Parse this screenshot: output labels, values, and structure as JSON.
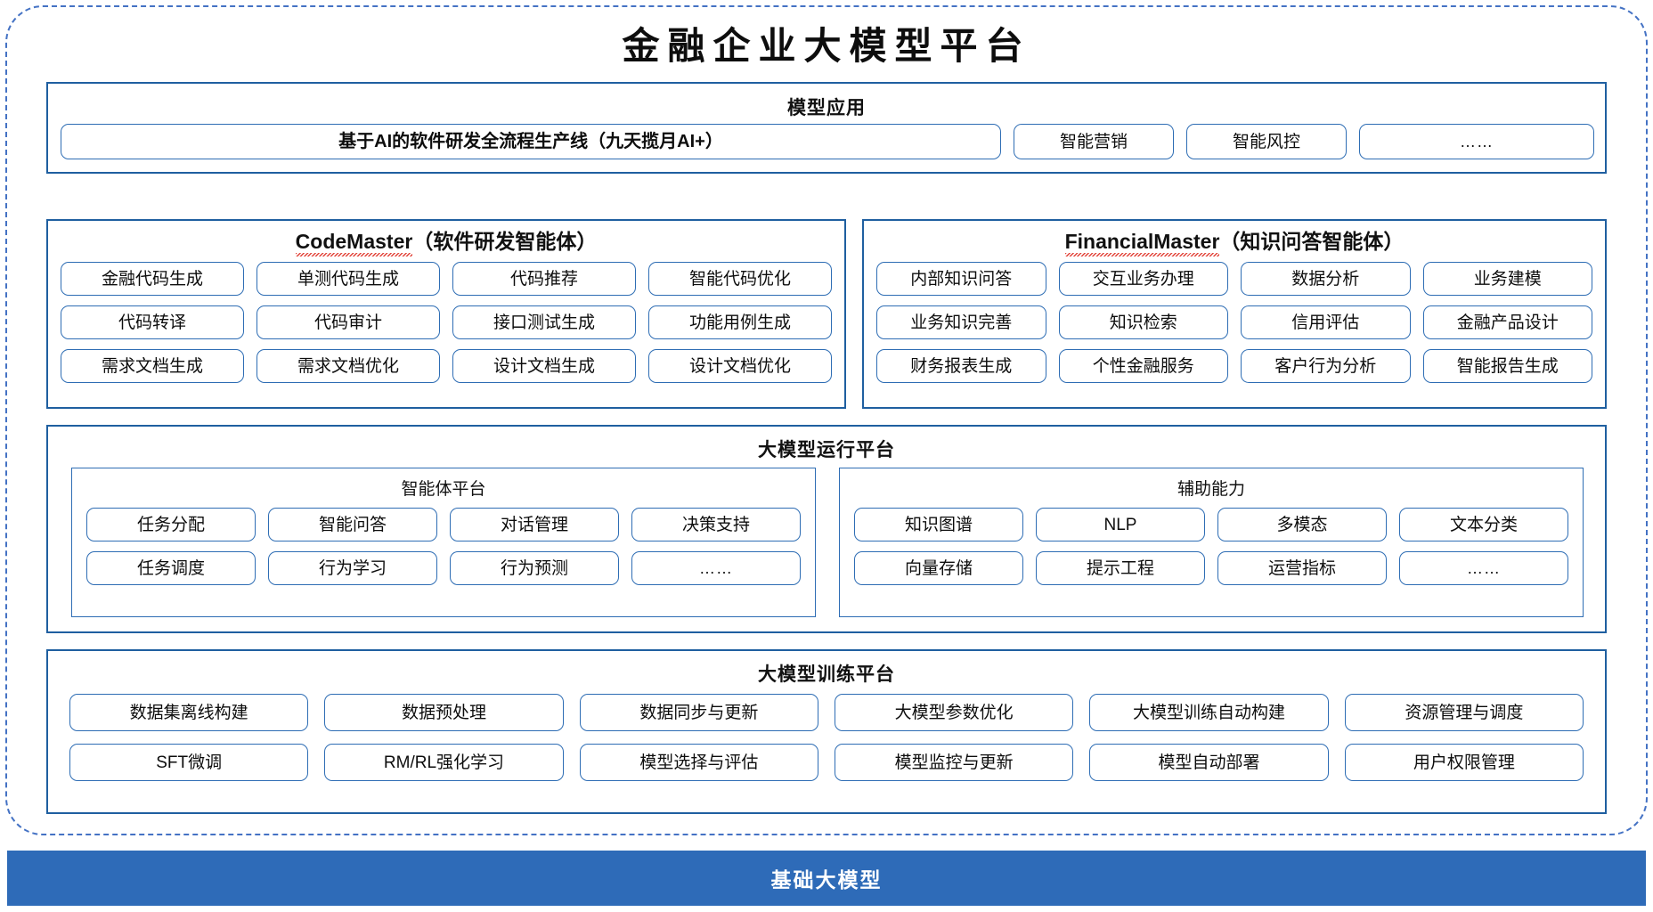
{
  "title": "金融企业大模型平台",
  "colors": {
    "outer_frame": "#4472C4",
    "panel_border": "#1F5FA0",
    "chip_border": "#2E6DB4",
    "base_bar": "#2E6BB8",
    "spellcheck_underline": "#E03A2F"
  },
  "sections": {
    "applications": {
      "title": "模型应用",
      "items": [
        "基于AI的软件研发全流程生产线（九天揽月AI+）",
        "智能营销",
        "智能风控",
        "……"
      ]
    },
    "code_master": {
      "name": "CodeMaster",
      "suffix": "（软件研发智能体）",
      "items": [
        "金融代码生成",
        "单测代码生成",
        "代码推荐",
        "智能代码优化",
        "代码转译",
        "代码审计",
        "接口测试生成",
        "功能用例生成",
        "需求文档生成",
        "需求文档优化",
        "设计文档生成",
        "设计文档优化"
      ]
    },
    "financial_master": {
      "name": "FinancialMaster",
      "suffix": "（知识问答智能体）",
      "items": [
        "内部知识问答",
        "交互业务办理",
        "数据分析",
        "业务建模",
        "业务知识完善",
        "知识检索",
        "信用评估",
        "金融产品设计",
        "财务报表生成",
        "个性金融服务",
        "客户行为分析",
        "智能报告生成"
      ]
    },
    "runtime_platform": {
      "title": "大模型运行平台",
      "agent_platform": {
        "title": "智能体平台",
        "items": [
          "任务分配",
          "智能问答",
          "对话管理",
          "决策支持",
          "任务调度",
          "行为学习",
          "行为预测",
          "……"
        ]
      },
      "assist_capability": {
        "title": "辅助能力",
        "items": [
          "知识图谱",
          "NLP",
          "多模态",
          "文本分类",
          "向量存储",
          "提示工程",
          "运营指标",
          "……"
        ]
      }
    },
    "training_platform": {
      "title": "大模型训练平台",
      "items": [
        "数据集离线构建",
        "数据预处理",
        "数据同步与更新",
        "大模型参数优化",
        "大模型训练自动构建",
        "资源管理与调度",
        "SFT微调",
        "RM/RL强化学习",
        "模型选择与评估",
        "模型监控与更新",
        "模型自动部署",
        "用户权限管理"
      ]
    },
    "base_model": {
      "label": "基础大模型"
    }
  }
}
